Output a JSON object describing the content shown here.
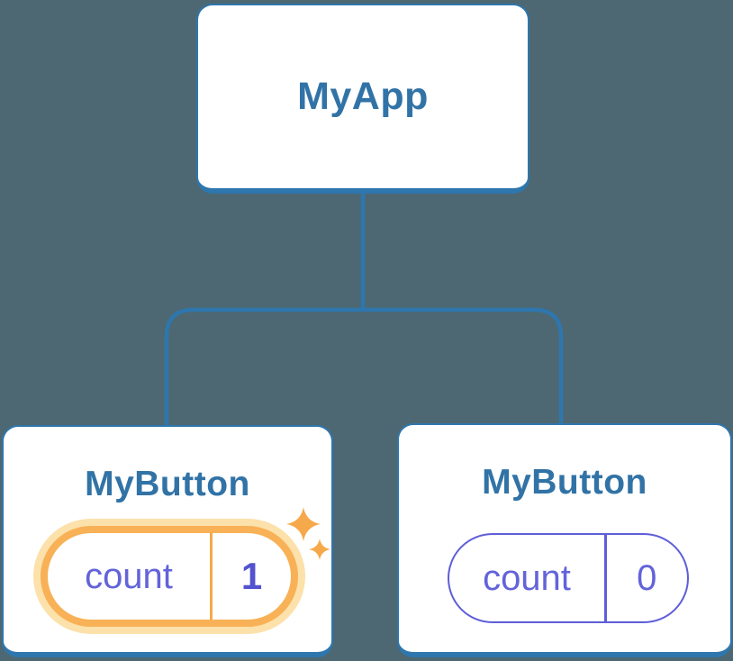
{
  "tree": {
    "root": {
      "label": "MyApp"
    },
    "children": [
      {
        "label": "MyButton",
        "state": {
          "name": "count",
          "value": "1"
        },
        "highlighted": true,
        "icon": "sparkle-icon"
      },
      {
        "label": "MyButton",
        "state": {
          "name": "count",
          "value": "0"
        },
        "highlighted": false
      }
    ]
  },
  "colors": {
    "background": "#4D6872",
    "connector_line": "#2E76AE",
    "card_fill": "#FFFFFF",
    "card_border": "#2E76AE",
    "node_title_text": "#3173A6",
    "state_text": "#6363DA",
    "state_value_highlighted": "#5353CF",
    "pill_border_default": "#5E5ED8",
    "pill_border_highlighted": "#F8B156",
    "pill_glow_highlighted": "#FCE1AB",
    "pill_divider_highlighted": "#F3AA4D",
    "sparkle": "#F6A94B"
  }
}
